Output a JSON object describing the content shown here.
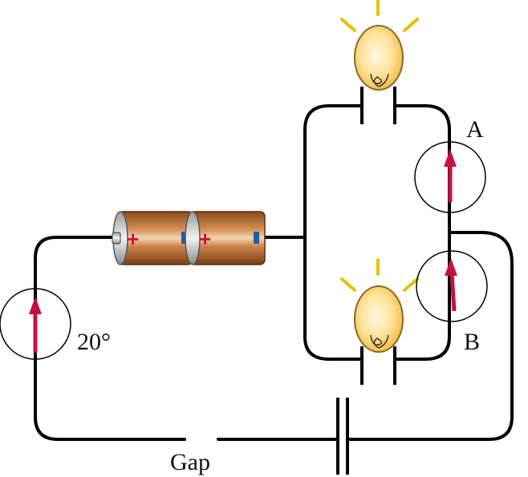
{
  "labels": {
    "compass_left": "20°",
    "compass_a": "A",
    "compass_b": "B",
    "gap": "Gap"
  },
  "battery": {
    "cells": [
      {
        "positive_symbol": "+",
        "negative_symbol": "-"
      },
      {
        "positive_symbol": "+",
        "negative_symbol": "-"
      }
    ]
  },
  "colors": {
    "wire": "#000000",
    "needle": "#c8103e",
    "battery_body": "#b8672c",
    "battery_cap": "#c9c9c9",
    "positive": "#d0103a",
    "negative": "#1f5fa8",
    "bulb_glass": "#f7c85a",
    "glow_rays": "#e8c000"
  },
  "icons": [
    "battery-icon",
    "light-bulb-icon",
    "compass-icon",
    "capacitor-gap-icon"
  ]
}
